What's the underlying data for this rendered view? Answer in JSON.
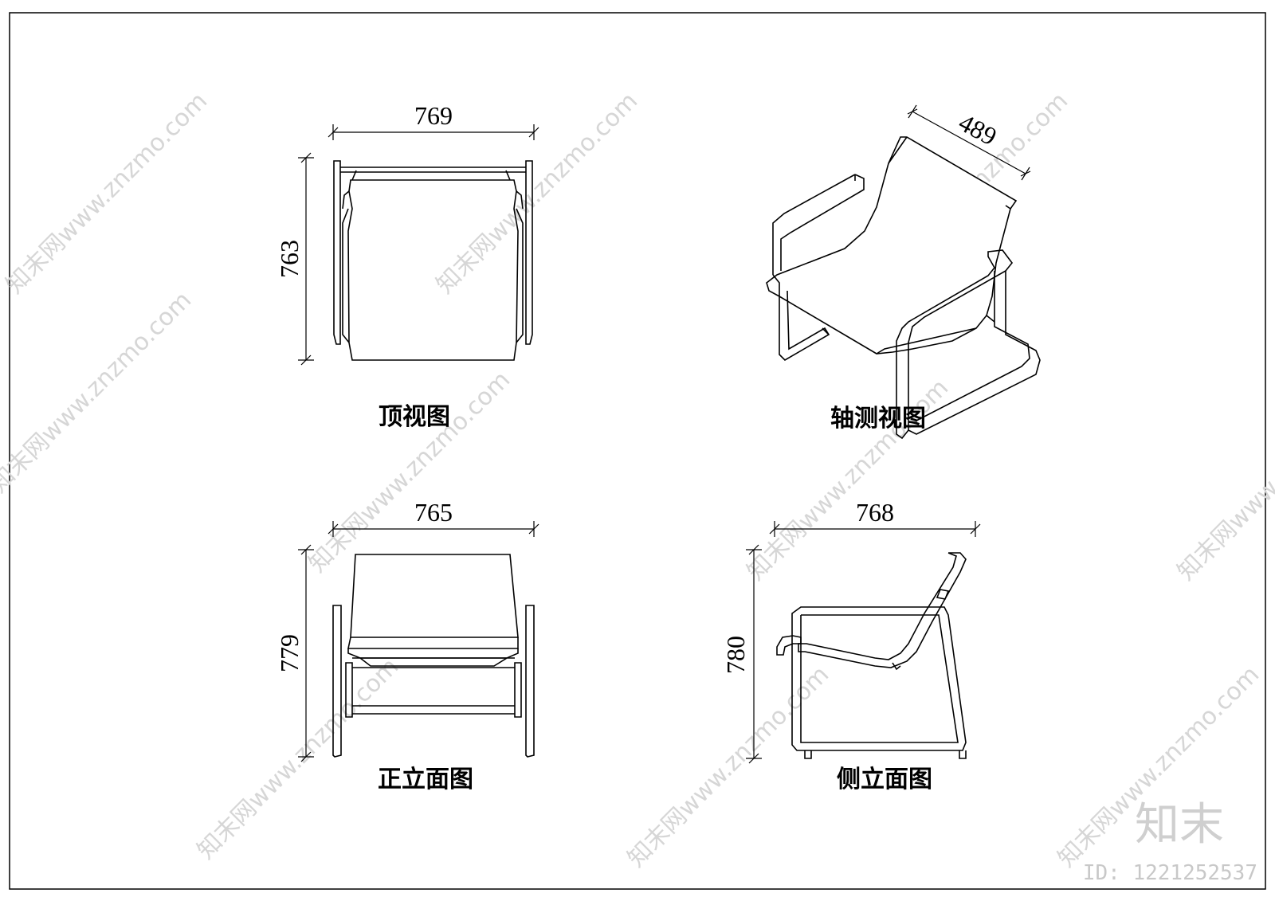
{
  "views": [
    {
      "caption": "顶视图",
      "width_dim": "769",
      "height_dim": "763"
    },
    {
      "caption": "轴测视图",
      "depth_dim": "489"
    },
    {
      "caption": "正立面图",
      "width_dim": "765",
      "height_dim": "779"
    },
    {
      "caption": "侧立面图",
      "width_dim": "768",
      "height_dim": "780"
    }
  ],
  "watermark": {
    "text": "知末网www.znzmo.com",
    "brand": "知末",
    "id_label": "ID: 1221252537"
  }
}
